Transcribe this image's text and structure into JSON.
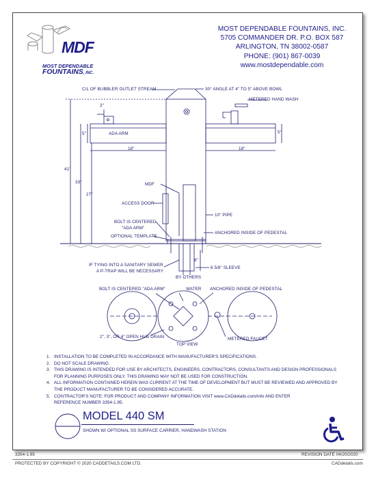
{
  "company": {
    "name": "MOST DEPENDABLE FOUNTAINS, INC.",
    "address1": "5705 COMMANDER DR. P.O. BOX 587",
    "address2": "ARLINGTON, TN 38002-0587",
    "phone": "PHONE: (901) 867-0039",
    "website": "www.mostdependable.com"
  },
  "logo": {
    "mark": "MDF",
    "line1": "MOST DEPENDABLE",
    "line2": "FOUNTAINS",
    "suffix": ", INC."
  },
  "drawing_labels": {
    "bubbler_stream": "C/L OF BUBBLER OUTLET STREAM",
    "angle_note": "30° ANGLE AT 4\" TO 5\" ABOVE BOWL",
    "metered_hand_wash": "METERED HAND WASH",
    "dim_3": "3\"",
    "dim_5_left": "5\"",
    "dim_5_right": "5\"",
    "ada_arm": "ADA ARM",
    "dim_18_left": "18\"",
    "dim_18_right": "18\"",
    "dim_41": "41\"",
    "dim_33": "33\"",
    "dim_27": "27\"",
    "mdf": "MDF",
    "access_door": "ACCESS DOOR",
    "pipe_10": "10\" PIPE",
    "bolt_centered": "BOLT IS CENTERED",
    "ada_arm_quoted": "\"ADA ARM\"",
    "optional_template": "OPTIONAL TEMPLATE",
    "anchored_inside": "ANCHORED INSIDE OF PEDESTAL",
    "dim_8": "8\"",
    "sleeve": "6 5/8\" SLEEVE",
    "by_others": "BY OTHERS",
    "sewer_line1": "IF TYING INTO A SANITARY SEWER",
    "sewer_line2": "A P-TRAP WILL BE NECESSARY",
    "bolt_centered_top": "BOLT IS CENTERED \"ADA ARM\"",
    "water": "WATER",
    "anchored_inside_top": "ANCHORED INSIDE OF PEDESTAL",
    "open_hub_drain": "2\", 3\", OR 4\" OPEN HUB DRAIN",
    "top_view": "TOP VIEW",
    "metered_faucet": "METERED FAUCET"
  },
  "notes": [
    {
      "num": "1.",
      "text": "INSTALLATION TO BE COMPLETED IN ACCORDANCE WITH MANUFACTURER'S SPECIFICATIONS."
    },
    {
      "num": "2.",
      "text": "DO NOT SCALE DRAWING."
    },
    {
      "num": "3.",
      "text": "THIS DRAWING IS INTENDED FOR USE BY ARCHITECTS, ENGINEERS, CONTRACTORS, CONSULTANTS AND DESIGN PROFESSIONALS"
    },
    {
      "num": "",
      "text": "FOR PLANNING PURPOSES ONLY.  THIS DRAWING MAY NOT BE USED FOR CONSTRUCTION."
    },
    {
      "num": "4.",
      "text": "ALL INFORMATION CONTAINED HEREIN WAS CURRENT AT THE TIME OF DEVELOPMENT BUT MUST BE REVIEWED AND APPROVED BY"
    },
    {
      "num": "",
      "text": "THE PRODUCT MANUFACTURER TO BE CONSIDERED ACCURATE."
    },
    {
      "num": "5.",
      "text": "CONTRACTOR'S NOTE: FOR PRODUCT AND COMPANY INFORMATION VISIT www.CADdetails.com/info AND ENTER"
    },
    {
      "num": "",
      "text": "REFERENCE NUMBER  3354-1.95."
    }
  ],
  "title_block": {
    "model": "MODEL 440 SM",
    "subtitle": "SHOWN W/ OPTIONAL SS SURFACE CARRIER, HANDWASH STATION"
  },
  "footer": {
    "ref_number": "3354-1.95",
    "revision": "REVISION DATE  04/20/2020",
    "copyright": "PROTECTED BY COPYRIGHT © 2020 CADDETAILS.COM LTD.",
    "site": "CADdetails.com"
  },
  "icons": [
    "fountain-logo-icon",
    "wheelchair-accessibility-icon"
  ]
}
